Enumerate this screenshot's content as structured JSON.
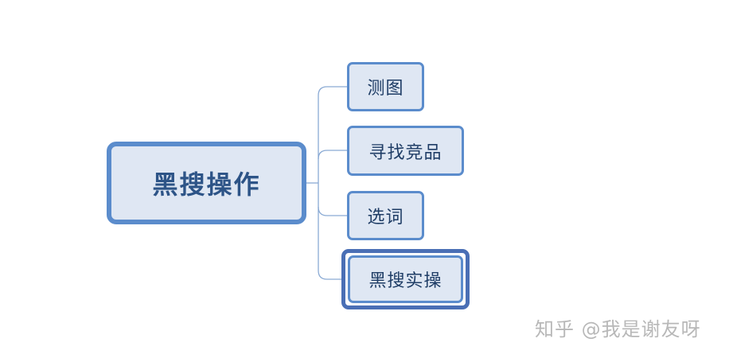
{
  "root": {
    "label": "黑搜操作"
  },
  "children": [
    {
      "label": "测图"
    },
    {
      "label": "寻找竞品"
    },
    {
      "label": "选词"
    },
    {
      "label": "黑搜实操"
    }
  ],
  "watermark": {
    "text": "知乎 @我是谢友呀"
  },
  "colors": {
    "node_fill": "#dfe7f3",
    "node_border": "#5b8ccc",
    "root_text": "#2d5487",
    "connector": "#8aaad4",
    "highlight_border": "#4a6fb5"
  }
}
